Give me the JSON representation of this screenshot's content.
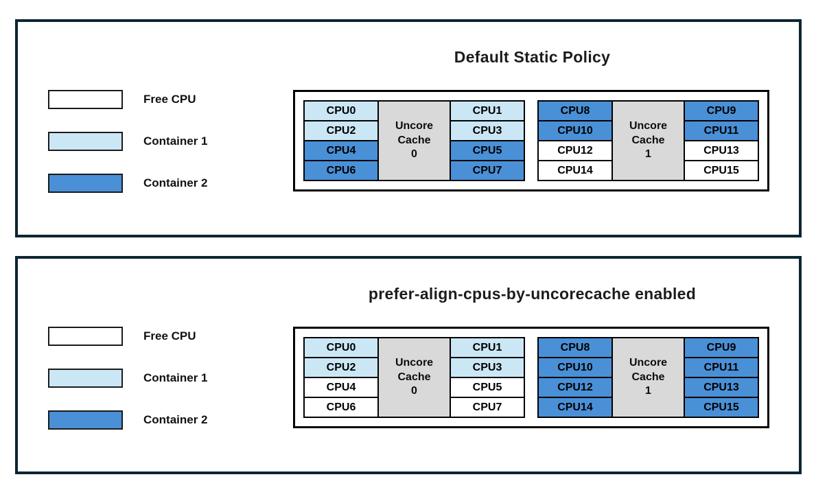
{
  "colors": {
    "free": "#ffffff",
    "container1": "#cbe7f6",
    "container2": "#4a90d6",
    "cache": "#d9d9d9",
    "panel_border": "#0d2533",
    "cell_border": "#000000"
  },
  "legend": {
    "items": [
      {
        "label": "Free CPU",
        "state": "free"
      },
      {
        "label": "Container 1",
        "state": "container1"
      },
      {
        "label": "Container 2",
        "state": "container2"
      }
    ]
  },
  "panels": [
    {
      "title": "Default Static Policy",
      "groups": [
        {
          "cache_lines": [
            "Uncore",
            "Cache",
            "0"
          ],
          "left": [
            {
              "label": "CPU0",
              "state": "container1"
            },
            {
              "label": "CPU2",
              "state": "container1"
            },
            {
              "label": "CPU4",
              "state": "container2"
            },
            {
              "label": "CPU6",
              "state": "container2"
            }
          ],
          "right": [
            {
              "label": "CPU1",
              "state": "container1"
            },
            {
              "label": "CPU3",
              "state": "container1"
            },
            {
              "label": "CPU5",
              "state": "container2"
            },
            {
              "label": "CPU7",
              "state": "container2"
            }
          ]
        },
        {
          "cache_lines": [
            "Uncore",
            "Cache",
            "1"
          ],
          "left": [
            {
              "label": "CPU8",
              "state": "container2"
            },
            {
              "label": "CPU10",
              "state": "container2"
            },
            {
              "label": "CPU12",
              "state": "free"
            },
            {
              "label": "CPU14",
              "state": "free"
            }
          ],
          "right": [
            {
              "label": "CPU9",
              "state": "container2"
            },
            {
              "label": "CPU11",
              "state": "container2"
            },
            {
              "label": "CPU13",
              "state": "free"
            },
            {
              "label": "CPU15",
              "state": "free"
            }
          ]
        }
      ]
    },
    {
      "title": "prefer-align-cpus-by-uncorecache enabled",
      "groups": [
        {
          "cache_lines": [
            "Uncore",
            "Cache",
            "0"
          ],
          "left": [
            {
              "label": "CPU0",
              "state": "container1"
            },
            {
              "label": "CPU2",
              "state": "container1"
            },
            {
              "label": "CPU4",
              "state": "free"
            },
            {
              "label": "CPU6",
              "state": "free"
            }
          ],
          "right": [
            {
              "label": "CPU1",
              "state": "container1"
            },
            {
              "label": "CPU3",
              "state": "container1"
            },
            {
              "label": "CPU5",
              "state": "free"
            },
            {
              "label": "CPU7",
              "state": "free"
            }
          ]
        },
        {
          "cache_lines": [
            "Uncore",
            "Cache",
            "1"
          ],
          "left": [
            {
              "label": "CPU8",
              "state": "container2"
            },
            {
              "label": "CPU10",
              "state": "container2"
            },
            {
              "label": "CPU12",
              "state": "container2"
            },
            {
              "label": "CPU14",
              "state": "container2"
            }
          ],
          "right": [
            {
              "label": "CPU9",
              "state": "container2"
            },
            {
              "label": "CPU11",
              "state": "container2"
            },
            {
              "label": "CPU13",
              "state": "container2"
            },
            {
              "label": "CPU15",
              "state": "container2"
            }
          ]
        }
      ]
    }
  ]
}
